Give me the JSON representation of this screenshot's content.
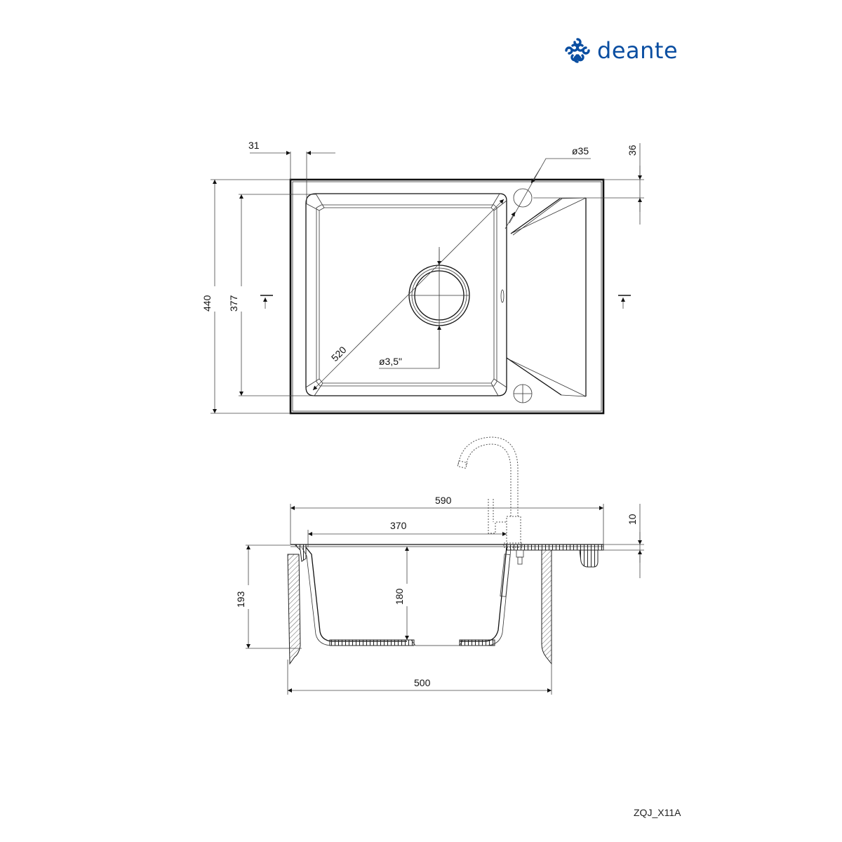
{
  "brand": {
    "name": "deante",
    "color": "#0a4ea1",
    "logo_icon": "deante-swirl-icon"
  },
  "model_code": "ZQJ_X11A",
  "top_view": {
    "dimensions": {
      "rim_width": "31",
      "tap_hole_diameter": "ø35",
      "tap_hole_offset": "36",
      "overall_depth": "440",
      "bowl_depth": "377",
      "bowl_diagonal": "520",
      "drain_diameter": "ø3,5\""
    }
  },
  "side_view": {
    "dimensions": {
      "overall_width": "590",
      "bowl_width": "370",
      "rim_thickness": "10",
      "overall_height": "193",
      "bowl_height": "180",
      "cabinet_width": "500"
    }
  },
  "colors": {
    "line": "#111111",
    "brand": "#0a4ea1",
    "background": "#ffffff"
  }
}
